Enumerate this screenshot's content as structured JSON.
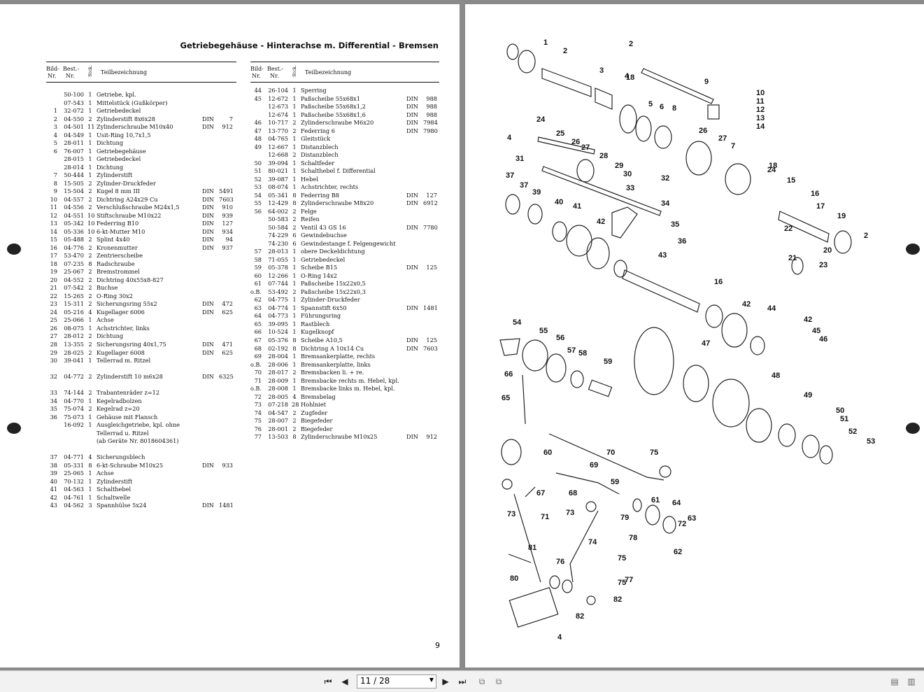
{
  "document": {
    "title": "Getriebegehäuse - Hinterachse m. Differential - Bremsen",
    "page_number": "9",
    "headers": {
      "bild": "Bild-",
      "best": "Best.-",
      "nr1": "Nr.",
      "nr2": "Nr.",
      "stk": "Stck.",
      "desc": "Teilbezeichnung"
    },
    "left_rows": [
      [
        "",
        "50-100",
        "1",
        "Getriebe, kpl.",
        "",
        ""
      ],
      [
        "",
        "07-543",
        "1",
        "Mittelstück (Gußkörper)",
        "",
        ""
      ],
      [
        "1",
        "32-072",
        "1",
        "Getriebedeckel",
        "",
        ""
      ],
      [
        "2",
        "04-550",
        "2",
        "Zylinderstift 8x6x28",
        "DIN",
        "7"
      ],
      [
        "3",
        "04-501",
        "11",
        "Zylinderschraube M10x40",
        "DIN",
        "912"
      ],
      [
        "4",
        "04-549",
        "1",
        "Usit-Ring 10,7x1,5",
        "",
        ""
      ],
      [
        "5",
        "28-011",
        "1",
        "Dichtung",
        "",
        ""
      ],
      [
        "6",
        "76-007",
        "1",
        "Getriebegehäuse",
        "",
        ""
      ],
      [
        "",
        "28-015",
        "1",
        "Getriebedeckel",
        "",
        ""
      ],
      [
        "",
        "28-014",
        "1",
        "Dichtung",
        "",
        ""
      ],
      [
        "7",
        "50-444",
        "1",
        "Zylinderstift",
        "",
        ""
      ],
      [
        "8",
        "15-505",
        "2",
        "Zylinder-Druckfeder",
        "",
        ""
      ],
      [
        "9",
        "15-504",
        "2",
        "Kugel 8 mm III",
        "DIN",
        "5491"
      ],
      [
        "10",
        "04-557",
        "2",
        "Dichtring A24x29 Cu",
        "DIN",
        "7603"
      ],
      [
        "11",
        "04-556",
        "2",
        "Verschlußschraube M24x1,5",
        "DIN",
        "910"
      ],
      [
        "12",
        "04-551",
        "10",
        "Stiftschraube M10x22",
        "DIN",
        "939"
      ],
      [
        "13",
        "05-342",
        "10",
        "Federring B10",
        "DIN",
        "127"
      ],
      [
        "14",
        "05-336",
        "10",
        "6-kt-Mutter M10",
        "DIN",
        "934"
      ],
      [
        "15",
        "05-488",
        "2",
        "Splint 4x40",
        "DIN",
        "94"
      ],
      [
        "16",
        "04-776",
        "2",
        "Kronenmutter",
        "DIN",
        "937"
      ],
      [
        "17",
        "53-470",
        "2",
        "Zentrierscheibe",
        "",
        ""
      ],
      [
        "18",
        "07-235",
        "8",
        "Radschraube",
        "",
        ""
      ],
      [
        "19",
        "25-067",
        "2",
        "Bremstrommel",
        "",
        ""
      ],
      [
        "20",
        "04-552",
        "2",
        "Dichtring 40x55x8-827",
        "",
        ""
      ],
      [
        "21",
        "07-542",
        "2",
        "Buchse",
        "",
        ""
      ],
      [
        "22",
        "15-265",
        "2",
        "O-Ring 30x2",
        "",
        ""
      ],
      [
        "23",
        "15-311",
        "2",
        "Sicherungsring 55x2",
        "DIN",
        "472"
      ],
      [
        "24",
        "05-216",
        "4",
        "Kugellager 6006",
        "DIN",
        "625"
      ],
      [
        "25",
        "25-066",
        "1",
        "Achse",
        "",
        ""
      ],
      [
        "26",
        "08-075",
        "1",
        "Achstrichter, links",
        "",
        ""
      ],
      [
        "27",
        "28-012",
        "2",
        "Dichtung",
        "",
        ""
      ],
      [
        "28",
        "13-355",
        "2",
        "Sicherungsring 40x1,75",
        "DIN",
        "471"
      ],
      [
        "29",
        "28-025",
        "2",
        "Kugellager 6008",
        "DIN",
        "625"
      ],
      [
        "30",
        "39-041",
        "1",
        "Tellerrad m. Ritzel",
        "",
        ""
      ],
      [
        "",
        "",
        "",
        "",
        "",
        ""
      ],
      [
        "32",
        "04-772",
        "2",
        "Zylinderstift 10 m6x28",
        "DIN",
        "6325"
      ],
      [
        "",
        "",
        "",
        "",
        "",
        ""
      ],
      [
        "33",
        "74-144",
        "2",
        "Trabantenräder z=12",
        "",
        ""
      ],
      [
        "34",
        "04-770",
        "1",
        "Kegelradbolzen",
        "",
        ""
      ],
      [
        "35",
        "75-074",
        "2",
        "Kegelrad z=20",
        "",
        ""
      ],
      [
        "36",
        "75-073",
        "1",
        "Gehäuse mit Flansch",
        "",
        ""
      ],
      [
        "",
        "16-092",
        "1",
        "Ausgleichgetriebe, kpl. ohne",
        "",
        ""
      ],
      [
        "",
        "",
        "",
        "Tellerrad u. Ritzel",
        "",
        ""
      ],
      [
        "",
        "",
        "",
        "(ab Geräte Nr. 8018604361)",
        "",
        ""
      ],
      [
        "",
        "",
        "",
        "",
        "",
        ""
      ],
      [
        "37",
        "04-771",
        "4",
        "Sicherungsblech",
        "",
        ""
      ],
      [
        "38",
        "05-331",
        "8",
        "6-kt-Schraube M10x25",
        "DIN",
        "933"
      ],
      [
        "39",
        "25-065",
        "1",
        "Achse",
        "",
        ""
      ],
      [
        "40",
        "70-132",
        "1",
        "Zylinderstift",
        "",
        ""
      ],
      [
        "41",
        "04-563",
        "1",
        "Schalthebel",
        "",
        ""
      ],
      [
        "42",
        "04-761",
        "1",
        "Schaltwelle",
        "",
        ""
      ],
      [
        "43",
        "04-562",
        "3",
        "Spannhülse 5x24",
        "DIN",
        "1481"
      ]
    ],
    "right_rows": [
      [
        "44",
        "26-104",
        "1",
        "Sperring",
        "",
        ""
      ],
      [
        "45",
        "12-672",
        "1",
        "Paßscheibe 55x68x1",
        "DIN",
        "988"
      ],
      [
        "",
        "12-673",
        "1",
        "Paßscheibe 55x68x1,2",
        "DIN",
        "988"
      ],
      [
        "",
        "12-674",
        "1",
        "Paßscheibe 55x68x1,6",
        "DIN",
        "988"
      ],
      [
        "46",
        "10-717",
        "2",
        "Zylinderschraube M6x20",
        "DIN",
        "7984"
      ],
      [
        "47",
        "13-770",
        "2",
        "Federring 6",
        "DIN",
        "7980"
      ],
      [
        "48",
        "04-765",
        "1",
        "Gleitstück",
        "",
        ""
      ],
      [
        "49",
        "12-667",
        "1",
        "Distanzblech",
        "",
        ""
      ],
      [
        "",
        "12-668",
        "2",
        "Distanzblech",
        "",
        ""
      ],
      [
        "50",
        "39-094",
        "1",
        "Schaltfeder",
        "",
        ""
      ],
      [
        "51",
        "80-021",
        "1",
        "Schalthebel f. Differential",
        "",
        ""
      ],
      [
        "52",
        "39-087",
        "1",
        "Hebel",
        "",
        ""
      ],
      [
        "53",
        "08-074",
        "1",
        "Achstrichter, rechts",
        "",
        ""
      ],
      [
        "54",
        "05-341",
        "8",
        "Federring B8",
        "DIN",
        "127"
      ],
      [
        "55",
        "12-429",
        "8",
        "Zylinderschraube M8x20",
        "DIN",
        "6912"
      ],
      [
        "56",
        "64-002",
        "2",
        "Felge",
        "",
        ""
      ],
      [
        "",
        "50-583",
        "2",
        "Reifen",
        "",
        ""
      ],
      [
        "",
        "50-584",
        "2",
        "Ventil 43 GS 16",
        "DIN",
        "7780"
      ],
      [
        "",
        "74-229",
        "6",
        "Gewindebuchse",
        "",
        ""
      ],
      [
        "",
        "74-230",
        "6",
        "Gewindestange f. Felgengewicht",
        "",
        ""
      ],
      [
        "57",
        "28-013",
        "1",
        "obere Deckeldichtung",
        "",
        ""
      ],
      [
        "58",
        "71-055",
        "1",
        "Getriebedeckel",
        "",
        ""
      ],
      [
        "59",
        "05-378",
        "1",
        "Scheibe B15",
        "DIN",
        "125"
      ],
      [
        "60",
        "12-266",
        "1",
        "O-Ring 14x2",
        "",
        ""
      ],
      [
        "61",
        "07-744",
        "1",
        "Paßscheibe 15x22x0,5",
        "",
        ""
      ],
      [
        "o.B.",
        "53-492",
        "2",
        "Paßscheibe 15x22x0,3",
        "",
        ""
      ],
      [
        "62",
        "04-775",
        "1",
        "Zylinder-Druckfeder",
        "",
        ""
      ],
      [
        "63",
        "04-774",
        "1",
        "Spannstift 6x50",
        "DIN",
        "1481"
      ],
      [
        "64",
        "04-773",
        "1",
        "Führungsring",
        "",
        ""
      ],
      [
        "65",
        "39-095",
        "1",
        "Rastblech",
        "",
        ""
      ],
      [
        "66",
        "10-524",
        "1",
        "Kugelknopf",
        "",
        ""
      ],
      [
        "67",
        "05-376",
        "8",
        "Scheibe A10,5",
        "DIN",
        "125"
      ],
      [
        "68",
        "02-192",
        "8",
        "Dichtring A 10x14 Cu",
        "DIN",
        "7603"
      ],
      [
        "69",
        "28-004",
        "1",
        "Bremsankerplatte, rechts",
        "",
        ""
      ],
      [
        "o.B.",
        "28-006",
        "1",
        "Bremsankerplatte, links",
        "",
        ""
      ],
      [
        "70",
        "28-017",
        "2",
        "Bremsbacken li. + re.",
        "",
        ""
      ],
      [
        "71",
        "28-009",
        "1",
        "Bremsbacke rechts m. Hebel, kpl.",
        "",
        ""
      ],
      [
        "o.B.",
        "28-008",
        "1",
        "Bremsbacke links m. Hebel, kpl.",
        "",
        ""
      ],
      [
        "72",
        "28-005",
        "4",
        "Bremsbelag",
        "",
        ""
      ],
      [
        "73",
        "07-218",
        "28",
        "Hohlniet",
        "",
        ""
      ],
      [
        "74",
        "04-547",
        "2",
        "Zugfeder",
        "",
        ""
      ],
      [
        "75",
        "28-007",
        "2",
        "Biegefeder",
        "",
        ""
      ],
      [
        "76",
        "28-001",
        "2",
        "Biegefeder",
        "",
        ""
      ],
      [
        "77",
        "13-503",
        "8",
        "Zylinderschraube M10x25",
        "DIN",
        "912"
      ]
    ],
    "diagram_labels": [
      "1",
      "2",
      "3",
      "4",
      "5",
      "6",
      "7",
      "8",
      "9",
      "10",
      "11",
      "12",
      "13",
      "14",
      "15",
      "16",
      "17",
      "18",
      "19",
      "2",
      "20",
      "21",
      "22",
      "23",
      "24",
      "25",
      "26",
      "27",
      "28",
      "29",
      "30",
      "31",
      "32",
      "33",
      "34",
      "35",
      "36",
      "37",
      "37",
      "39",
      "40",
      "41",
      "42",
      "43",
      "16",
      "42",
      "44",
      "42",
      "45",
      "46",
      "47",
      "48",
      "49",
      "50",
      "51",
      "52",
      "53",
      "54",
      "55",
      "56",
      "57",
      "58",
      "59",
      "60",
      "65",
      "66",
      "67",
      "68",
      "69",
      "70",
      "75",
      "59",
      "61",
      "64",
      "63",
      "62",
      "72",
      "73",
      "71",
      "73",
      "74",
      "75",
      "75",
      "77",
      "78",
      "79",
      "80",
      "81",
      "76",
      "82",
      "82",
      "4",
      "2",
      "4",
      "18",
      "26",
      "27",
      "24"
    ]
  },
  "viewer": {
    "page_indicator": "11 / 28",
    "first_icon": "first-page-icon",
    "prev_icon": "prev-page-icon",
    "next_icon": "next-page-icon",
    "last_icon": "last-page-icon"
  }
}
